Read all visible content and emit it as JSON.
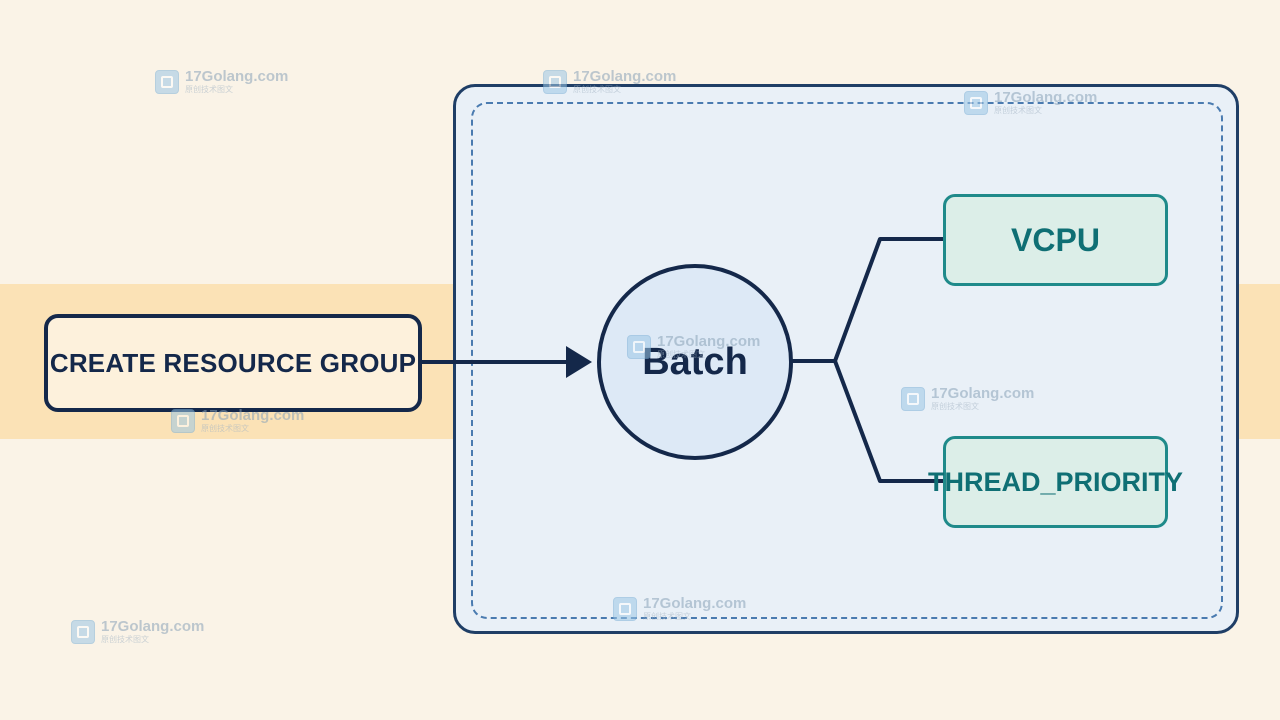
{
  "diagram": {
    "source": {
      "label": "CREATE RESOURCE GROUP"
    },
    "center": {
      "label": "Batch"
    },
    "children": [
      {
        "label": "VCPU"
      },
      {
        "label": "THREAD_PRIORITY"
      }
    ]
  },
  "colors": {
    "background": "#faf3e7",
    "band": "#fbe2b6",
    "panel_border": "#1f3e66",
    "node_stroke": "#14284a",
    "leaf_border": "#1f8a8a",
    "leaf_text": "#0f6f74"
  },
  "watermark": {
    "icon": "watermark-logo-icon",
    "text": "17Golang.com",
    "subtext": "原创技术图文"
  }
}
